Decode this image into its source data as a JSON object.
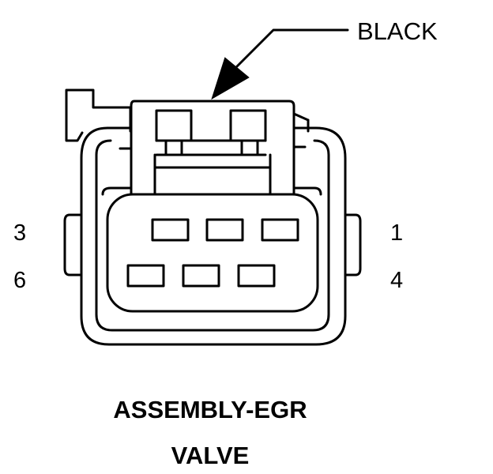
{
  "callout": {
    "label": "BLACK"
  },
  "pins": {
    "top_left": "3",
    "bottom_left": "6",
    "top_right": "1",
    "bottom_right": "4"
  },
  "title": {
    "line1": "ASSEMBLY-EGR",
    "line2": "VALVE"
  }
}
